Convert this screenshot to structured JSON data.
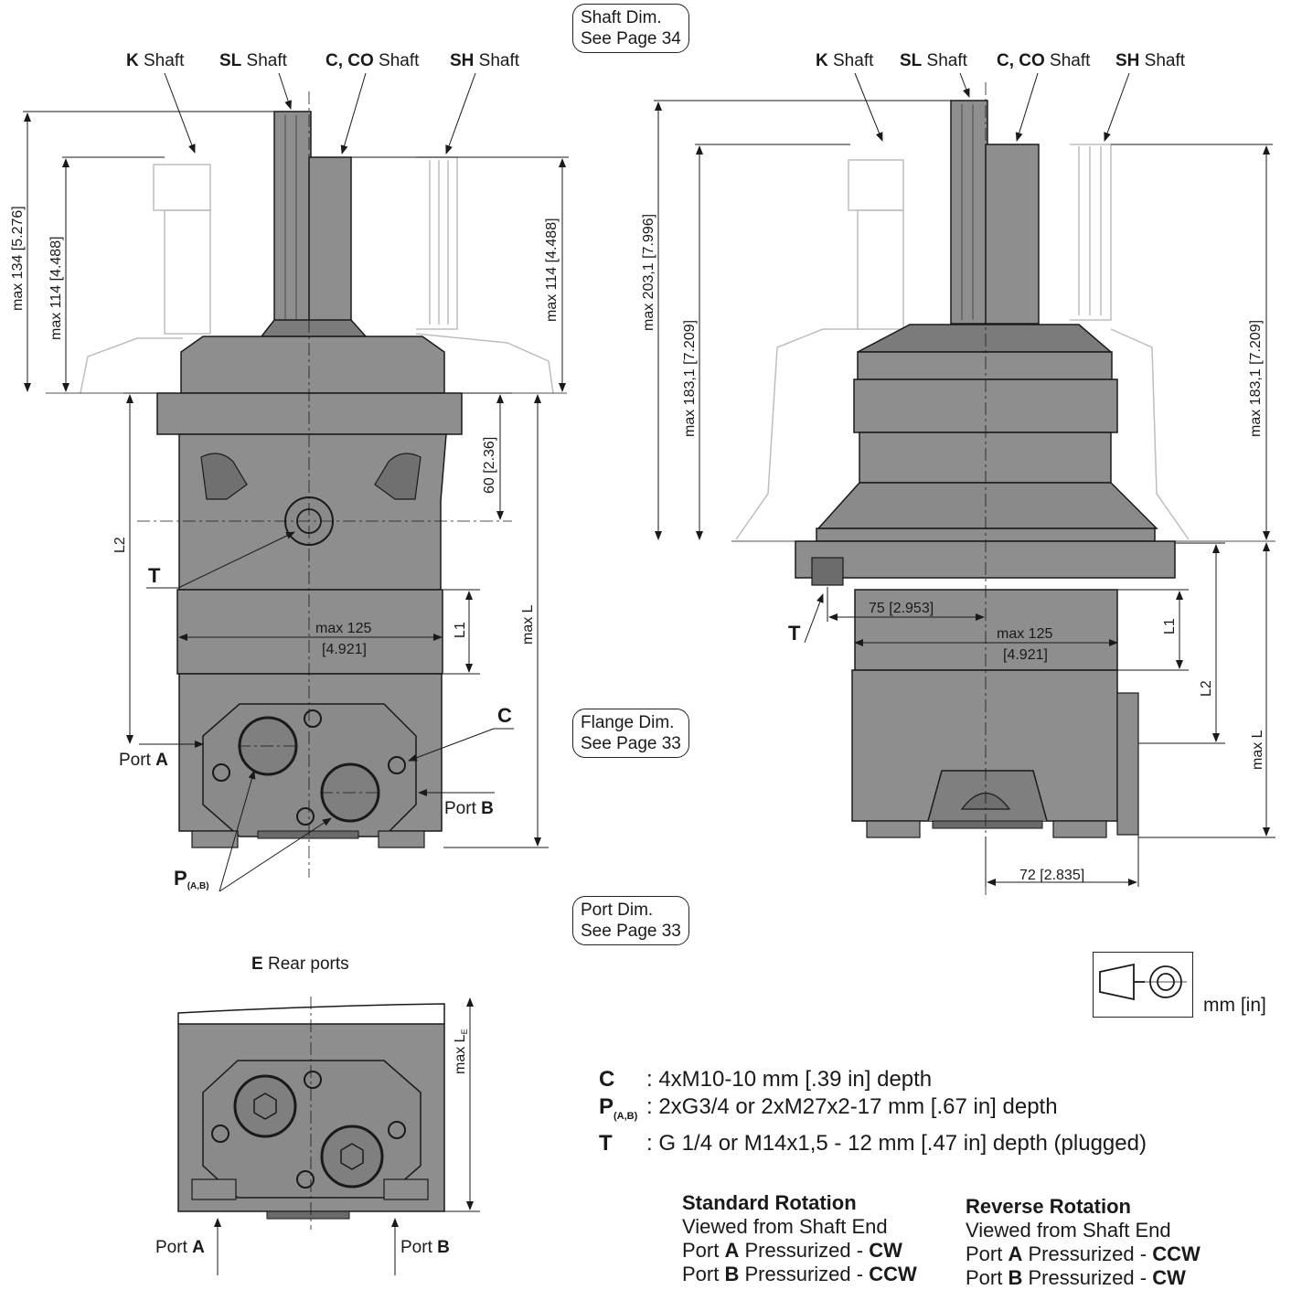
{
  "shaft_labels_left": [
    {
      "bold": "K",
      "rest": " Shaft"
    },
    {
      "bold": "SL",
      "rest": " Shaft"
    },
    {
      "bold": "C, CO",
      "rest": " Shaft"
    },
    {
      "bold": "SH",
      "rest": " Shaft"
    }
  ],
  "shaft_labels_right": [
    {
      "bold": "K",
      "rest": " Shaft"
    },
    {
      "bold": "SL",
      "rest": " Shaft"
    },
    {
      "bold": "C, CO",
      "rest": " Shaft"
    },
    {
      "bold": "SH",
      "rest": " Shaft"
    }
  ],
  "notes": {
    "shaft": [
      "Shaft Dim.",
      "See Page 34"
    ],
    "flange": [
      "Flange Dim.",
      "See Page 33"
    ],
    "port": [
      "Port Dim.",
      "See Page 33"
    ]
  },
  "left_view": {
    "dim_max134": "max 134  [5.276]",
    "dim_max114_a": "max 114 [4.488]",
    "dim_max114_b": "max 114 [4.488]",
    "dim_60": "60 [2.36]",
    "dim_l2": "L2",
    "dim_l1": "L1",
    "dim_maxl": "max L",
    "dim_max125": "max 125",
    "dim_max125_in": "[4.921]",
    "label_t": "T",
    "label_c": "C",
    "label_p": "P",
    "label_p_sub": "(A,B)",
    "port_a": {
      "pre": "Port ",
      "bold": "A"
    },
    "port_b": {
      "pre": "Port ",
      "bold": "B"
    }
  },
  "right_view": {
    "dim_max203": "max 203,1 [7.996]",
    "dim_max183_a": "max 183,1 [7.209]",
    "dim_max183_b": "max 183,1 [7.209]",
    "dim_75": "75 [2.953]",
    "dim_max125": "max 125",
    "dim_max125_in": "[4.921]",
    "dim_l1": "L1",
    "dim_l2": "L2",
    "dim_maxl": "max L",
    "dim_72": "72 [2.835]",
    "label_t": "T"
  },
  "rear_view": {
    "title_bold": "E",
    "title_rest": " Rear ports",
    "dim_maxle": "max L",
    "dim_maxle_sub": "E",
    "port_a": {
      "pre": "Port ",
      "bold": "A"
    },
    "port_b": {
      "pre": "Port ",
      "bold": "B"
    }
  },
  "legend": [
    {
      "key": "C",
      "sub": "",
      "text": ": 4xM10-10 mm [.39 in] depth"
    },
    {
      "key": "P",
      "sub": "(A,B)",
      "text": ": 2xG3/4 or 2xM27x2-17 mm [.67 in] depth"
    },
    {
      "key": "T",
      "sub": "",
      "text": ": G 1/4 or M14x1,5 - 12 mm [.47 in] depth (plugged)"
    }
  ],
  "units": "mm [in]",
  "rotation": {
    "standard": {
      "title": "Standard Rotation",
      "line1": "Viewed from Shaft End",
      "line2": {
        "pre": "Port ",
        "port": "A",
        "mid": " Pressurized - ",
        "dir": "CW"
      },
      "line3": {
        "pre": "Port ",
        "port": "B",
        "mid": " Pressurized - ",
        "dir": "CCW"
      }
    },
    "reverse": {
      "title": "Reverse Rotation",
      "line1": "Viewed from Shaft End",
      "line2": {
        "pre": "Port ",
        "port": "A",
        "mid": " Pressurized - ",
        "dir": "CCW"
      },
      "line3": {
        "pre": "Port ",
        "port": "B",
        "mid": " Pressurized - ",
        "dir": "CW"
      }
    }
  },
  "colors": {
    "body": "#8e8e8e",
    "body_dark": "#6f6f6f",
    "ghost": "#bdbdbd",
    "line": "#1a1a1a"
  }
}
